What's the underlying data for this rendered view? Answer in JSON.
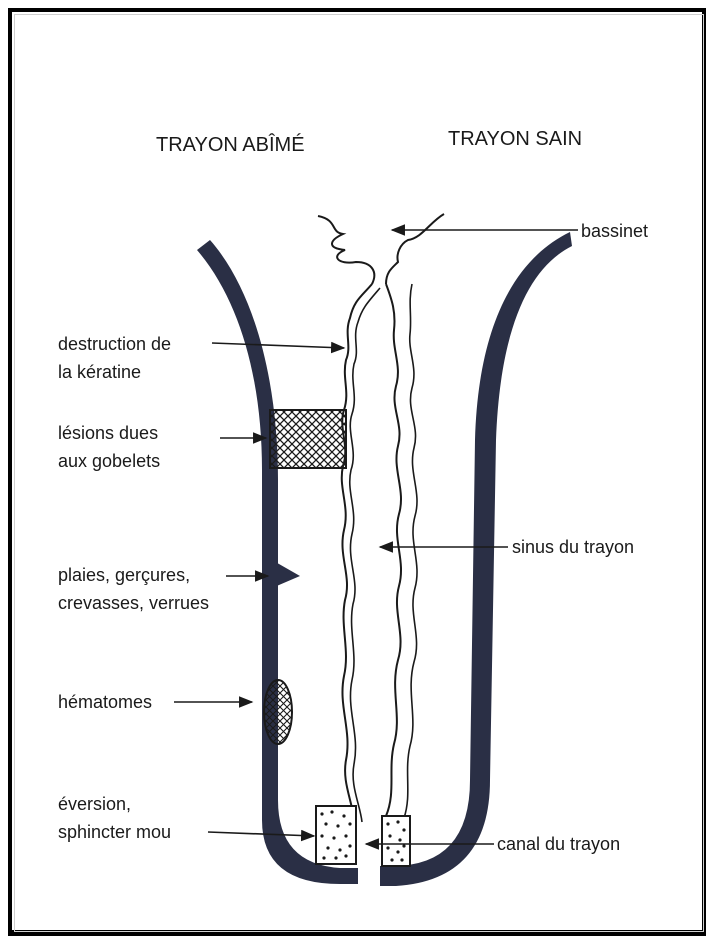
{
  "titles": {
    "left": "TRAYON ABÎMÉ",
    "right": "TRAYON SAIN"
  },
  "labels": {
    "keratine_1": "destruction de",
    "keratine_2": "la kératine",
    "gobelets_1": "lésions dues",
    "gobelets_2": "aux gobelets",
    "plaies_1": "plaies, gerçures,",
    "plaies_2": "crevasses, verrues",
    "hematomes": "hématomes",
    "eversion_1": "éversion,",
    "eversion_2": "sphincter mou",
    "bassinet": "bassinet",
    "sinus": "sinus du trayon",
    "canal": "canal du trayon"
  },
  "colors": {
    "wall": "#2a2f45",
    "ink": "#1a1a1a",
    "frame": "#000000"
  }
}
